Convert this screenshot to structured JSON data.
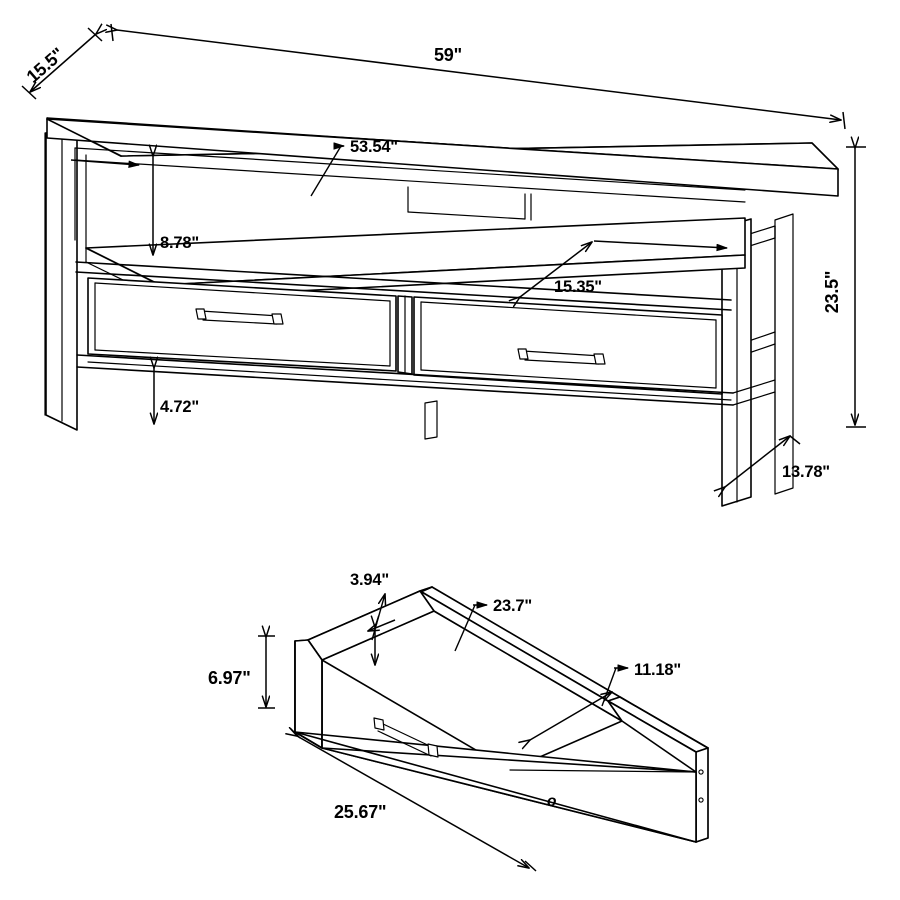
{
  "drawing": {
    "title": "TV Console Dimensional Drawing",
    "background_color": "#ffffff",
    "line_color": "#000000",
    "units": "inches"
  },
  "figures": [
    {
      "id": "tv-console",
      "name": "TV console assembly",
      "view": "isometric"
    },
    {
      "id": "drawer",
      "name": "Drawer box detail",
      "view": "isometric"
    }
  ],
  "console_dimensions": {
    "depth": "15.5\"",
    "width": "59\"",
    "shelf_width": "53.54\"",
    "shelf_opening_height": "8.78\"",
    "shelf_depth": "15.35\"",
    "height": "23.5\"",
    "clearance_height": "4.72\"",
    "leg_depth": "13.78\""
  },
  "drawer_dimensions": {
    "side_height": "3.94\"",
    "interior_width": "23.7\"",
    "interior_depth": "11.18\"",
    "front_height": "6.97\"",
    "front_width": "25.67\""
  },
  "labels": {
    "depth_15_5": "15.5\"",
    "width_59": "59\"",
    "shelf_53_54": "53.54\"",
    "opening_8_78": "8.78\"",
    "shelf_depth_15_35": "15.35\"",
    "height_23_5": "23.5\"",
    "clearance_4_72": "4.72\"",
    "leg_13_78": "13.78\"",
    "drawer_side_3_94": "3.94\"",
    "drawer_inner_23_7": "23.7\"",
    "drawer_inner_11_18": "11.18\"",
    "drawer_height_6_97": "6.97\"",
    "drawer_width_25_67": "25.67\""
  }
}
